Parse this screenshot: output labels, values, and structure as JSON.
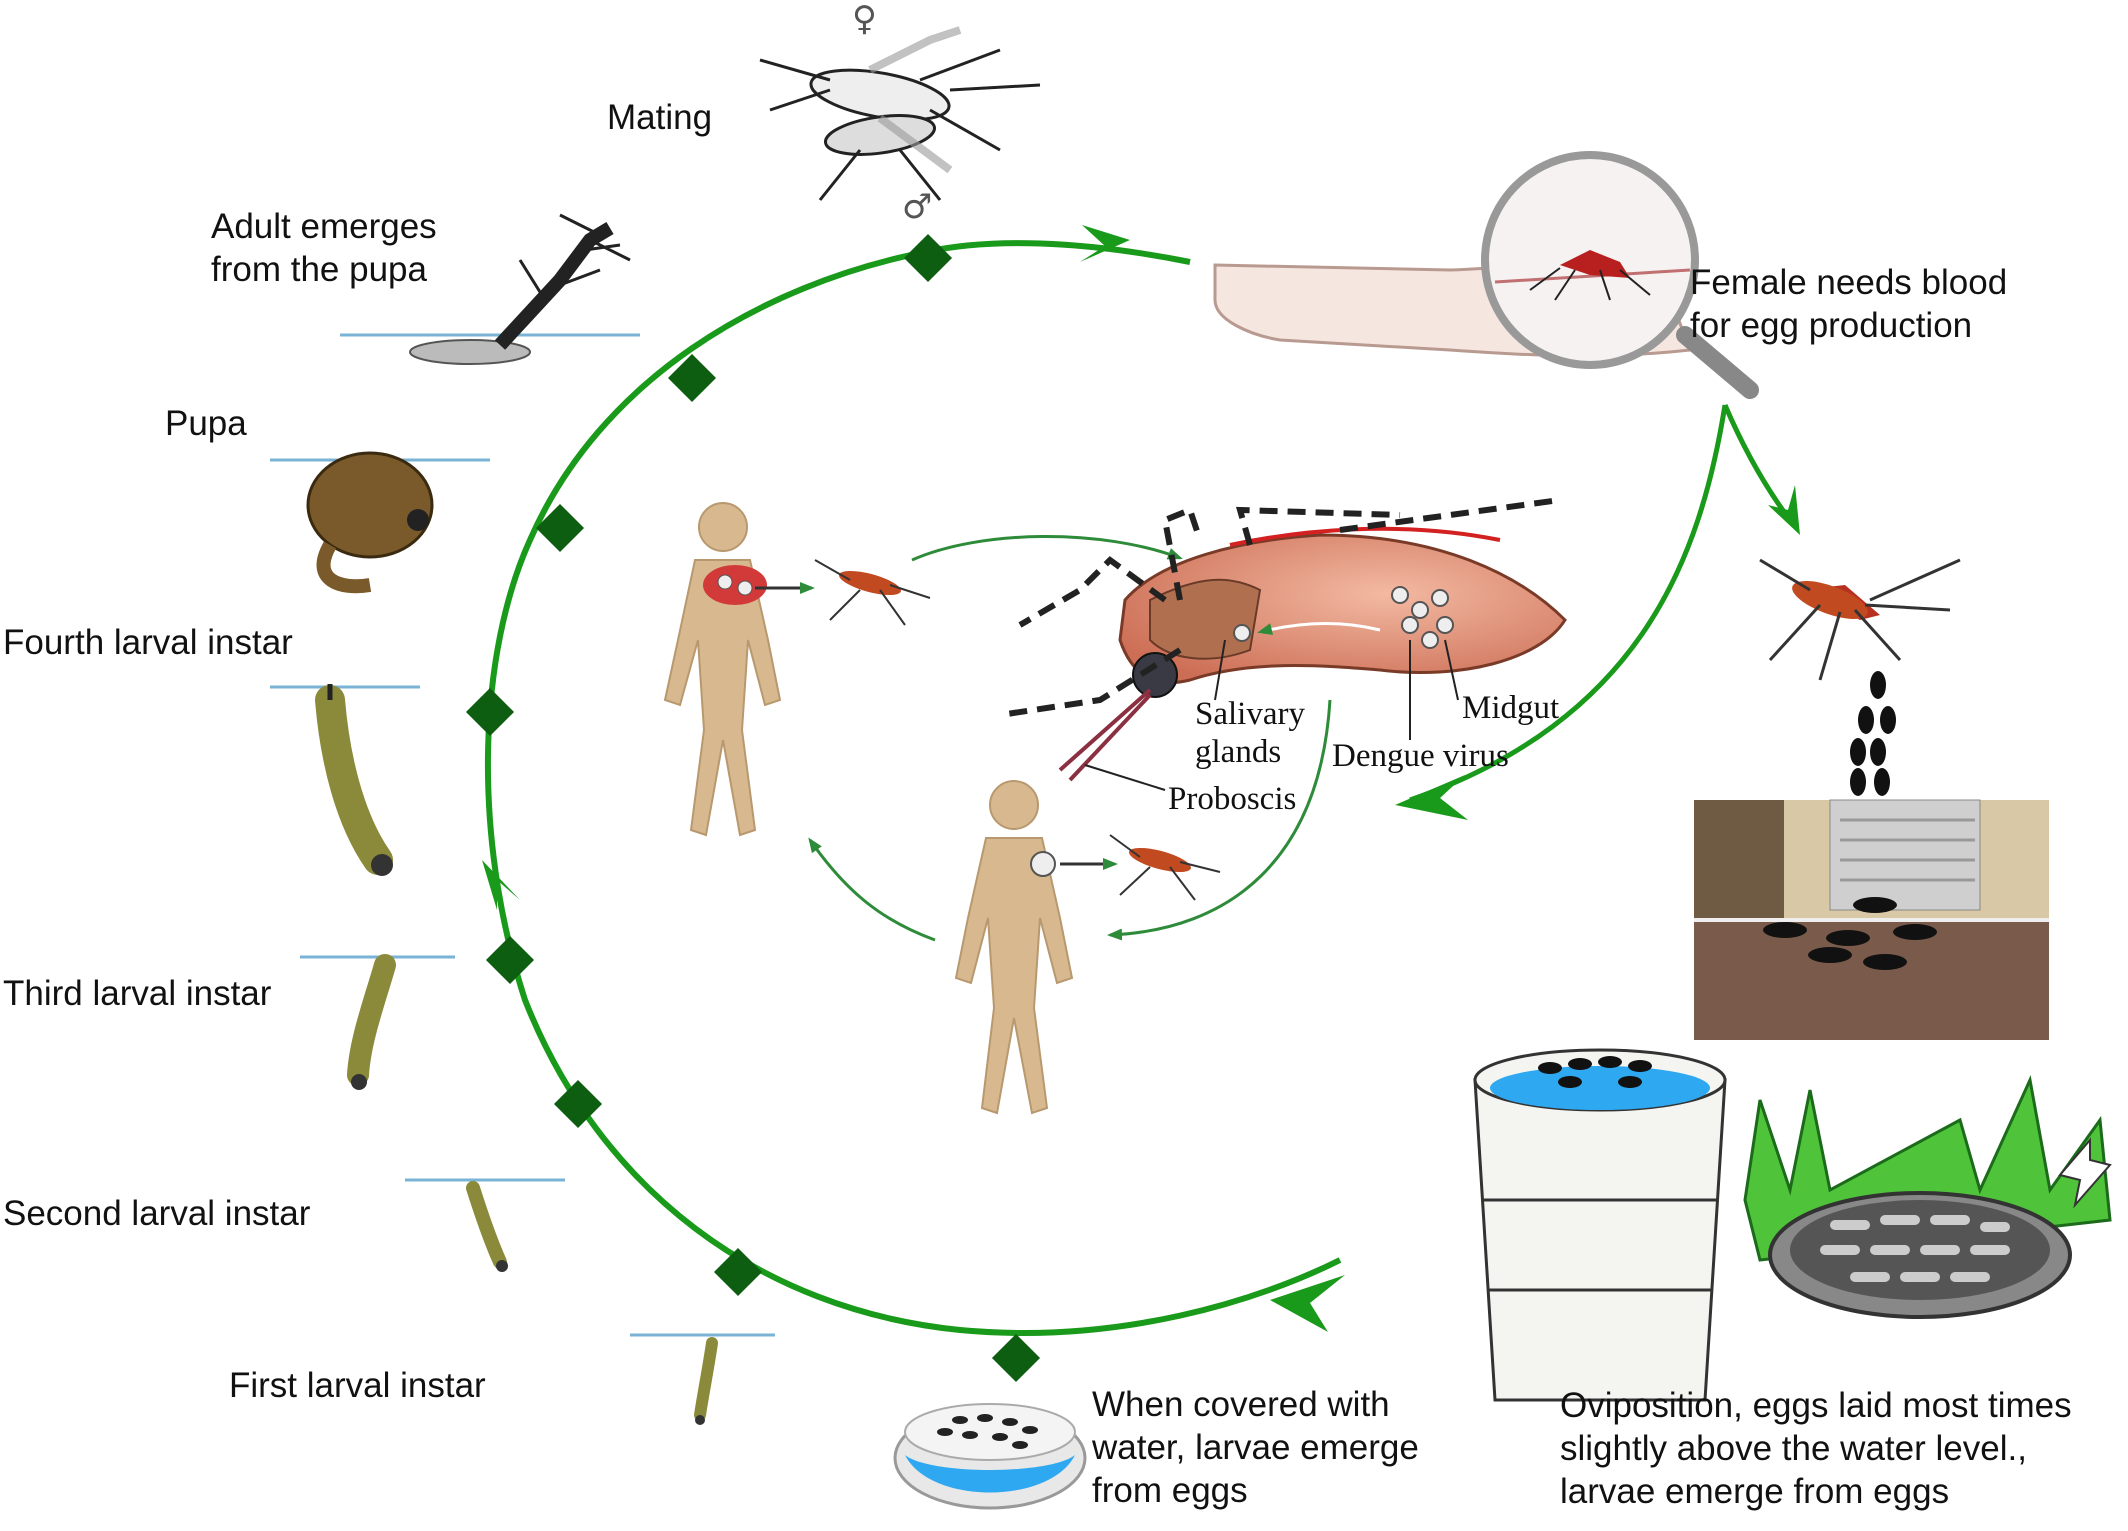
{
  "stages": {
    "mating": "Mating",
    "female_symbol": "♀",
    "male_symbol": "♂",
    "adult_emerges": [
      "Adult emerges",
      "from the pupa"
    ],
    "pupa": "Pupa",
    "fourth_instar": "Fourth larval instar",
    "third_instar": "Third larval instar",
    "second_instar": "Second larval instar",
    "first_instar": "First larval instar",
    "female_blood": [
      "Female needs blood",
      "for egg production"
    ],
    "larvae_emerge": [
      "When covered with",
      "water, larvae emerge",
      "from eggs"
    ],
    "oviposition": [
      "Oviposition, eggs laid most times",
      "slightly above the water level.,",
      "larvae emerge from eggs"
    ]
  },
  "anatomy": {
    "salivary": [
      "Salivary",
      "glands"
    ],
    "midgut": "Midgut",
    "dengue_virus": "Dengue virus",
    "proboscis": "Proboscis"
  },
  "colors": {
    "cycle_green": "#1a9a1a",
    "marker_green": "#0e5e12",
    "skin": "#d8b98f",
    "water_blue": "#2ea8f0"
  }
}
